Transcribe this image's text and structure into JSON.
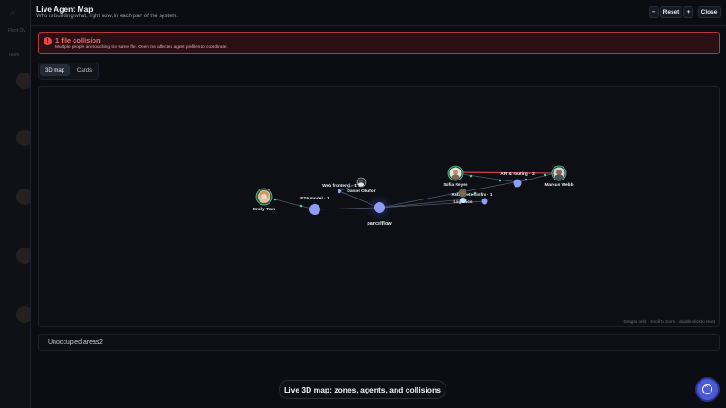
{
  "header": {
    "title": "Live Agent Map",
    "subtitle": "Who is building what, right now, in each part of the system.",
    "zoom_out_label": "−",
    "reset_label": "Reset",
    "zoom_in_label": "+",
    "close_label": "Close"
  },
  "alert": {
    "title": "1 file collision",
    "text": "Multiple people are touching the same file. Open the affected agent profiles to coordinate."
  },
  "tabs": [
    {
      "label": "3D map",
      "active": true
    },
    {
      "label": "Cards",
      "active": false
    }
  ],
  "map": {
    "hub": {
      "label": "parcelflow"
    },
    "zones": [
      {
        "label": "ETA model · 1"
      },
      {
        "label": "Web frontend · 1"
      },
      {
        "label": "API & routing · 2"
      },
      {
        "label": "Kubernetes infra · 1"
      },
      {
        "label": "Logistics"
      }
    ],
    "agents": [
      {
        "name": "Emily Tran"
      },
      {
        "name": "Daniel Okafor"
      },
      {
        "name": "Sofia Reyes"
      },
      {
        "name": "Marcus Webb"
      }
    ],
    "hint": "Drag to orbit · scroll to zoom · double-click to reset",
    "colors": {
      "collision": "#e5484d",
      "zone": "#8f9cf3",
      "link": "#4ad29a"
    }
  },
  "unoccupied": {
    "label": "Unoccupied areas",
    "count": "2"
  },
  "caption": "Live 3D map: zones, agents, and collisions",
  "background": {
    "labels": [
      "Fleet Ov",
      "Team"
    ]
  }
}
